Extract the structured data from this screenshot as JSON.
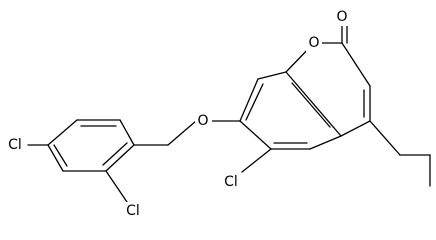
{
  "molecule": {
    "atoms": {
      "o_carbonyl": "O",
      "o_ring": "O",
      "o_ether": "O",
      "cl_ring": "Cl",
      "cl_ortho": "Cl",
      "cl_para": "Cl"
    },
    "colors": {
      "bond": "#000000",
      "label": "#000000",
      "background": "#ffffff"
    }
  }
}
